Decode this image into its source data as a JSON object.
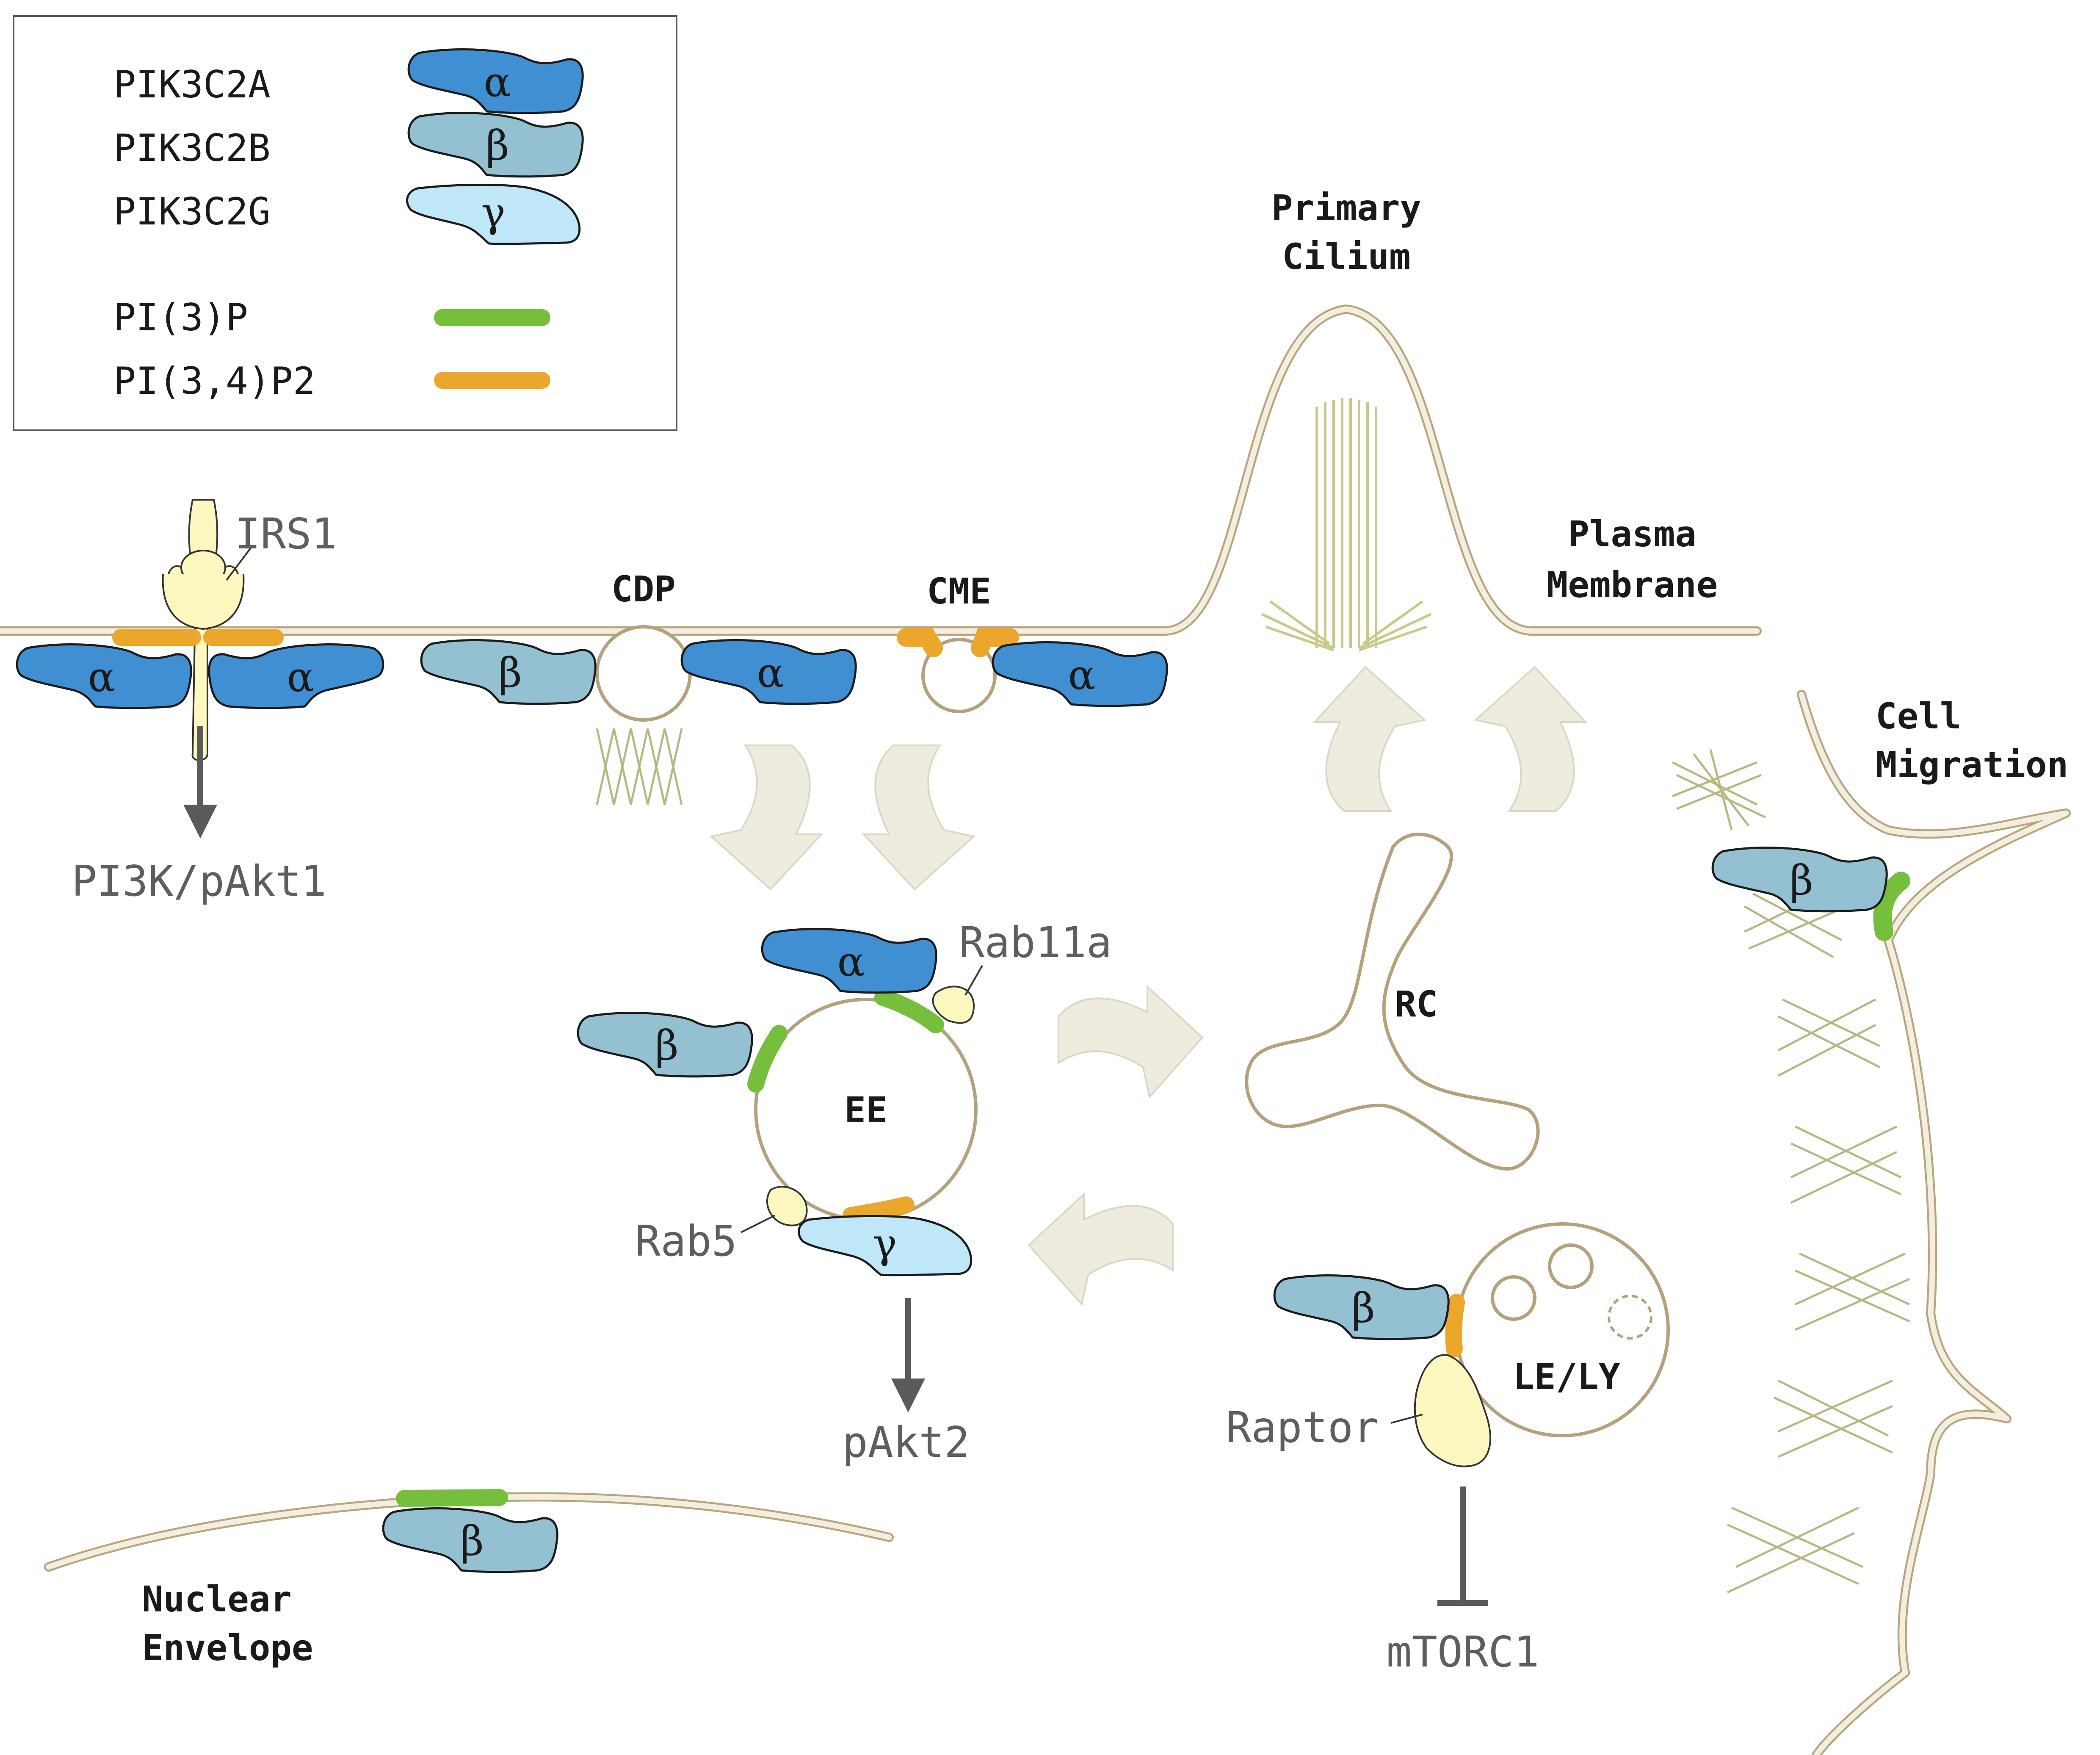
{
  "legend": {
    "pik3c2a": "PIK3C2A",
    "pik3c2b": "PIK3C2B",
    "pik3c2g": "PIK3C2G",
    "pi3p": "PI(3)P",
    "pi34p2": "PI(3,4)P2"
  },
  "symbols": {
    "alpha": "α",
    "beta": "β",
    "gamma": "γ"
  },
  "labels": {
    "irs1": "IRS1",
    "pi3k_pakt1": "PI3K/pAkt1",
    "cdp": "CDP",
    "cme": "CME",
    "primary_cilium_1": "Primary",
    "primary_cilium_2": "Cilium",
    "plasma_membrane_1": "Plasma",
    "plasma_membrane_2": "Membrane",
    "cell_migration_1": "Cell",
    "cell_migration_2": "Migration",
    "rab11a": "Rab11a",
    "ee": "EE",
    "rab5": "Rab5",
    "pakt2": "pAkt2",
    "rc": "RC",
    "le_ly": "LE/LY",
    "raptor": "Raptor",
    "mtorc1": "mTORC1",
    "nuclear_envelope_1": "Nuclear",
    "nuclear_envelope_2": "Envelope"
  },
  "colors": {
    "alpha": "#3f8fd2",
    "beta": "#94c1d2",
    "gamma": "#bfe7f7",
    "pi3p": "#76bf3d",
    "pi34p2": "#eaa72c",
    "adaptor": "#fdf7c0",
    "membrane": "#b8a57c"
  }
}
